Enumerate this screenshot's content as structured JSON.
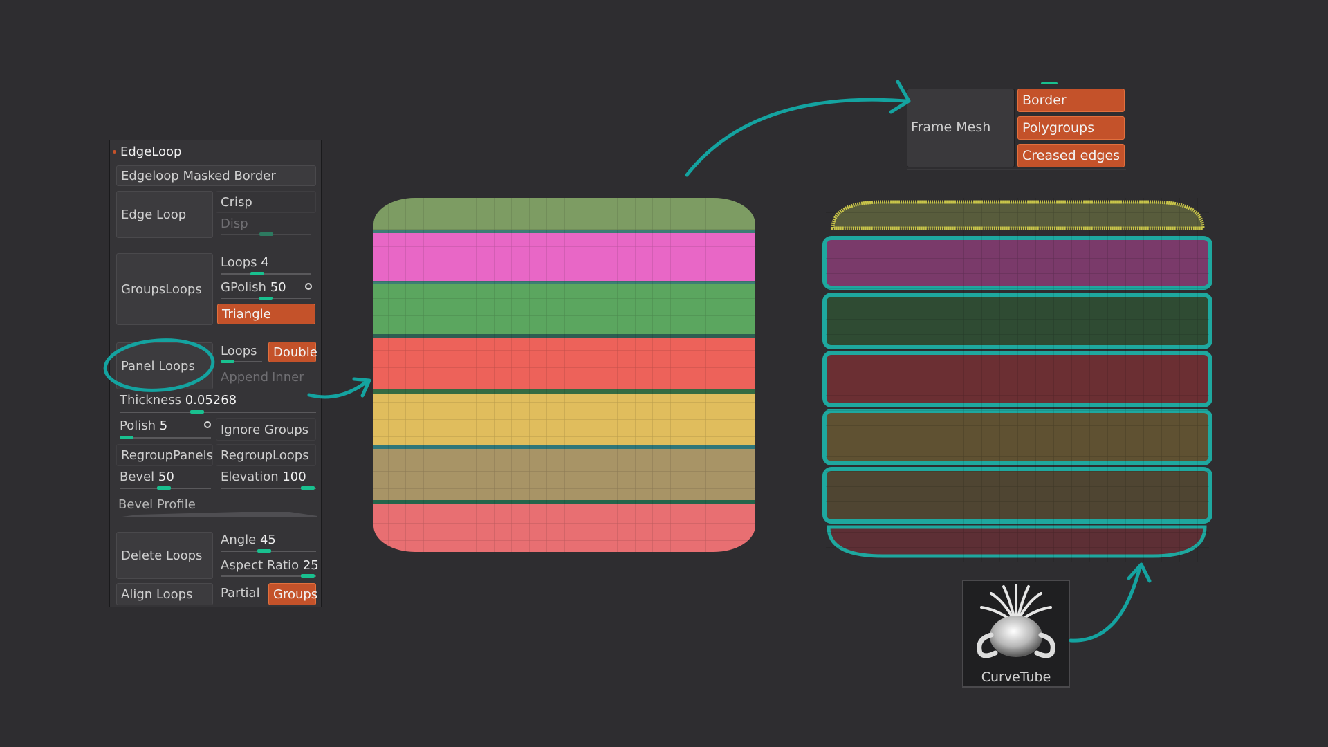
{
  "panel": {
    "title": "EdgeLoop",
    "masked_border": "Edgeloop Masked Border",
    "edge_loop": "Edge Loop",
    "crisp": "Crisp",
    "disp": "Disp",
    "groups_loops": "GroupsLoops",
    "loops_label": "Loops",
    "loops_value": "4",
    "gpolish_label": "GPolish",
    "gpolish_value": "50",
    "triangle": "Triangle",
    "panel_loops": "Panel Loops",
    "pl_loops": "Loops",
    "double": "Double",
    "append": "Append",
    "inner": "Inner",
    "thickness_label": "Thickness",
    "thickness_value": "0.05268",
    "polish_label": "Polish",
    "polish_value": "5",
    "ignore_groups": "Ignore Groups",
    "regroup_panels": "RegroupPanels",
    "regroup_loops": "RegroupLoops",
    "bevel_label": "Bevel",
    "bevel_value": "50",
    "elevation_label": "Elevation",
    "elevation_value": "100",
    "bevel_profile": "Bevel Profile",
    "delete_loops": "Delete Loops",
    "angle_label": "Angle",
    "angle_value": "45",
    "aspect_label": "Aspect Ratio",
    "aspect_value": "25",
    "align_loops": "Align Loops",
    "partial": "Partial",
    "groups": "Groups"
  },
  "frame_mesh": {
    "label": "Frame Mesh",
    "border": "Border",
    "polygroups": "Polygroups",
    "creased_edges": "Creased edges"
  },
  "curvetube": {
    "label": "CurveTube"
  },
  "colors": {
    "accent_orange": "#c4522a",
    "slider_green": "#19c08f",
    "annotation_teal": "#14a3a0"
  }
}
